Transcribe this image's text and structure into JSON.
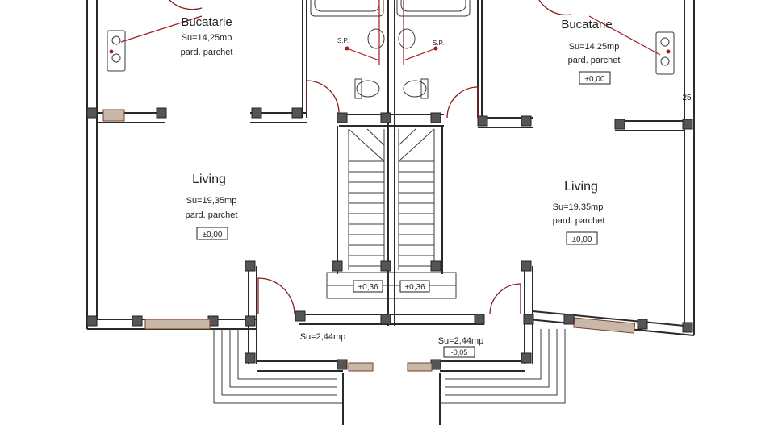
{
  "rooms": {
    "kitchen_left": {
      "name": "Bucatarie",
      "area": "Su=14,25mp",
      "floor": "pard. parchet"
    },
    "kitchen_right": {
      "name": "Bucatarie",
      "area": "Su=14,25mp",
      "floor": "pard. parchet",
      "level": "±0,00"
    },
    "living_left": {
      "name": "Living",
      "area": "Su=19,35mp",
      "floor": "pard. parchet",
      "level": "±0,00"
    },
    "living_right": {
      "name": "Living",
      "area": "Su=19,35mp",
      "floor": "pard. parchet",
      "level": "±0,00"
    },
    "entry_left": {
      "area": "Su=2,44mp"
    },
    "entry_right": {
      "area": "Su=2,44mp",
      "level": "-0,05"
    }
  },
  "labels": {
    "sp_left": "S.P.",
    "sp_right": "S.P.",
    "stair_level_left": "+0,36",
    "stair_level_right": "+0,36",
    "dim_25": "25"
  }
}
